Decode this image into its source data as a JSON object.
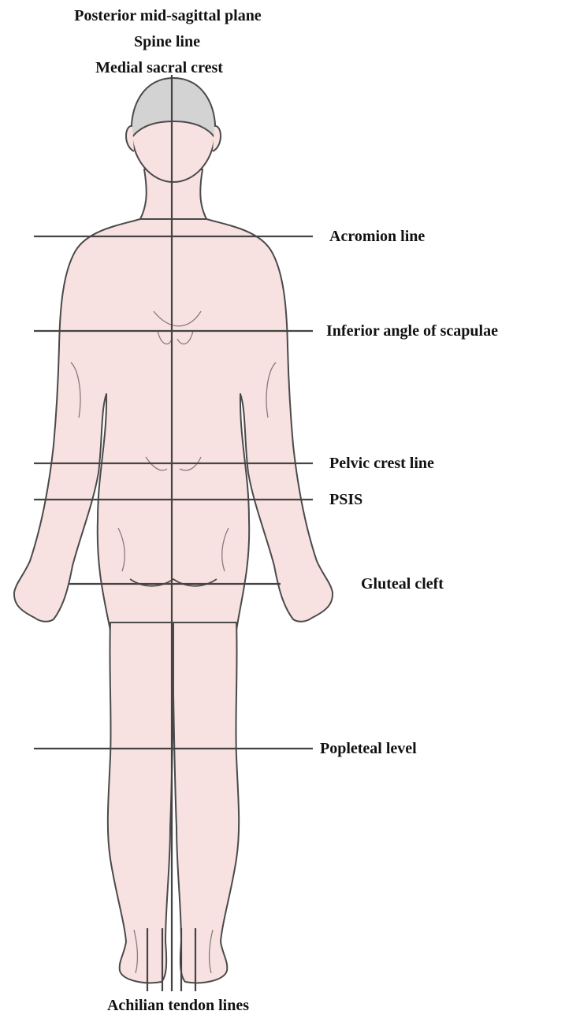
{
  "labels": {
    "midline_1": "Posterior mid-sagittal plane",
    "midline_2": "Spine line",
    "midline_3": "Medial sacral crest",
    "acromion": "Acromion line",
    "scapulae": "Inferior angle of scapulae",
    "pelvic": "Pelvic crest line",
    "psis": "PSIS",
    "gluteal": "Gluteal cleft",
    "popliteal": "Popleteal level",
    "achilles": "Achilian tendon lines"
  },
  "colors": {
    "skin": "#f8e1e1",
    "outline": "#4a4a4a",
    "hair": "#d3d3d3",
    "line": "#444444"
  }
}
